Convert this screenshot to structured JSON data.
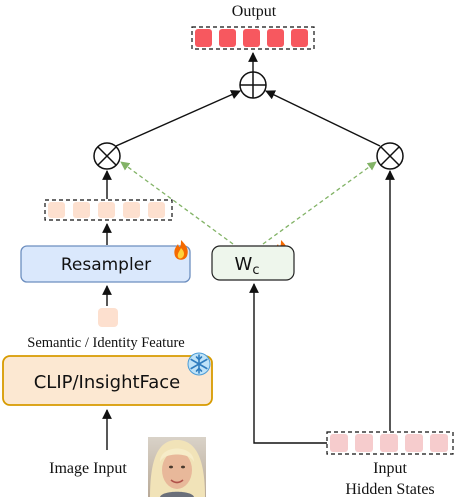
{
  "output_label": "Output",
  "input_label_line1": "Input",
  "input_label_line2": "Hidden States",
  "image_input_label": "Image Input",
  "semantic_label": "Semantic / Identity Feature",
  "resampler_label": "Resampler",
  "encoder_label": "CLIP/InsightFace",
  "wc_label_main": "W",
  "wc_label_sub": "c",
  "icons": {
    "trainable": "fire-icon",
    "frozen": "snowflake-icon",
    "face": "face-photo",
    "multiply": "multiply-op-icon",
    "add": "add-op-icon"
  },
  "colors": {
    "output_token": "#f7585f",
    "input_token": "#f6cccd",
    "feature_token": "#fde0cf",
    "resampler_fill": "#dae8fc",
    "resampler_stroke": "#6c8ebf",
    "encoder_fill": "#fce8d2",
    "encoder_stroke": "#d79b00",
    "wc_fill": "#eef6ec",
    "dashed_arrow": "#82b366"
  }
}
